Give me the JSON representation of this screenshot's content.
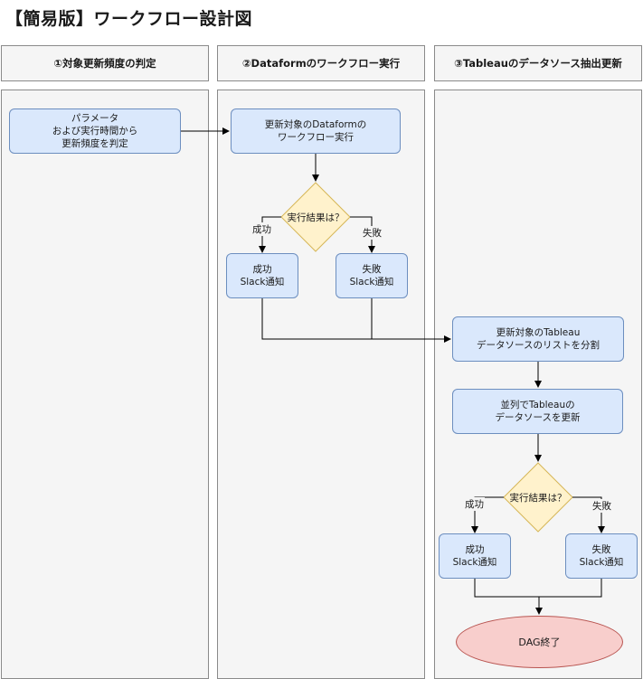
{
  "title": "【簡易版】ワークフロー設計図",
  "lanes": [
    {
      "label": "①対象更新頻度の判定"
    },
    {
      "label": "②Dataformのワークフロー実行"
    },
    {
      "label": "③Tableauのデータソース抽出更新"
    }
  ],
  "nodes": {
    "param": "パラメータ\nおよび実行時間から\n更新頻度を判定",
    "df_run": "更新対象のDataformの\nワークフロー実行",
    "df_decision": "実行結果は？",
    "df_success": "成功\nSlack通知",
    "df_fail": "失敗\nSlack通知",
    "tb_split": "更新対象のTableau\nデータソースのリストを分割",
    "tb_update": "並列でTableauの\nデータソースを更新",
    "tb_decision": "実行結果は？",
    "tb_success": "成功\nSlack通知",
    "tb_fail": "失敗\nSlack通知",
    "end": "DAG終了"
  },
  "edge_labels": {
    "df_success": "成功",
    "df_fail": "失敗",
    "tb_success": "成功",
    "tb_fail": "失敗"
  },
  "colors": {
    "process_fill": "#dae8fc",
    "process_stroke": "#6c8ebf",
    "decision_fill": "#fff2cc",
    "decision_stroke": "#d6b656",
    "end_fill": "#f8cecc",
    "end_stroke": "#b85450",
    "lane_fill": "#f5f5f5"
  }
}
